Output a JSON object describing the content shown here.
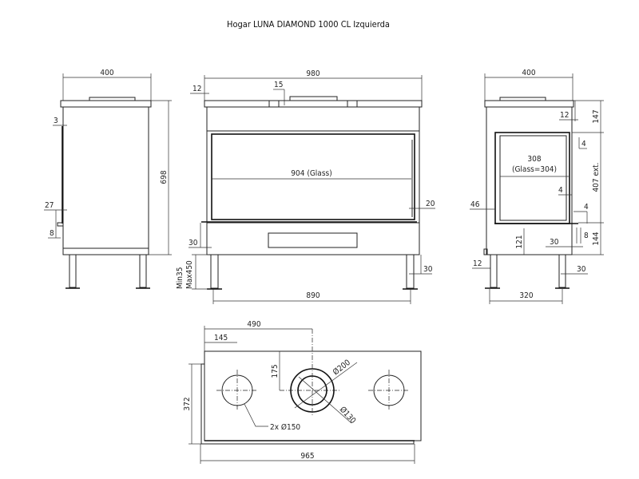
{
  "title": "Hogar LUNA DIAMOND 1000 CL Izquierda",
  "side_view_left": {
    "width": "400",
    "height": "698",
    "d3": "3",
    "d27": "27",
    "d8": "8"
  },
  "front_view": {
    "width": "980",
    "d12": "12",
    "d15": "15",
    "glass": "904 (Glass)",
    "d20": "20",
    "d30": "30",
    "leg_min": "Min35",
    "leg_max": "Max450",
    "leg_span": "890",
    "leg_offset": "30"
  },
  "side_view_right": {
    "width": "400",
    "d12": "12",
    "h147": "147",
    "d4a": "4",
    "depth": "308",
    "glass": "(Glass=304)",
    "d4b": "4",
    "h407": "407 ext.",
    "d46": "46",
    "d4c": "4",
    "d8": "8",
    "h144": "144",
    "h121": "121",
    "d30a": "30",
    "d12b": "12",
    "d30b": "30",
    "leg_span": "320"
  },
  "top_view": {
    "d490": "490",
    "d145": "145",
    "d175": "175",
    "dia200": "Ø200",
    "dia130": "Ø130",
    "dia150": "2x Ø150",
    "d372": "372",
    "d965": "965"
  }
}
